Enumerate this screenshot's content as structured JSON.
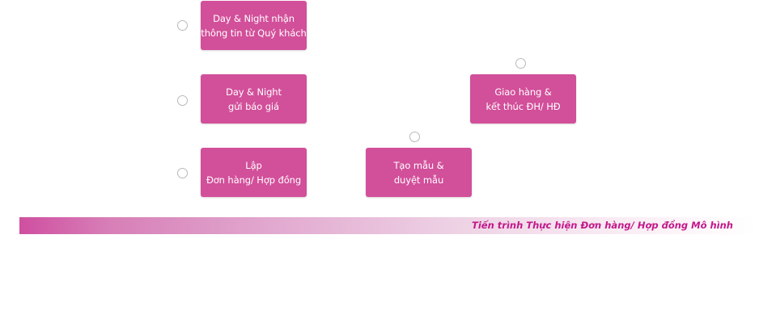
{
  "steps": [
    {
      "line1": "Day & Night nhận",
      "line2": "thông tin từ Quý khách"
    },
    {
      "line1": "Day & Night",
      "line2": "gửi báo giá"
    },
    {
      "line1": "Lập",
      "line2": "Đơn hàng/ Hợp đồng"
    },
    {
      "line1": "Tạo mẫu &",
      "line2": "duyệt mẫu"
    },
    {
      "line1": "Giao hàng &",
      "line2": "kết thúc ĐH/ HĐ"
    }
  ],
  "banner": {
    "title": "Tiến trình Thực hiện Đơn hàng/ Hợp đồng Mô hình"
  },
  "colors": {
    "box": "#d24f9a",
    "box_text": "#ffffff",
    "banner_text": "#c2188a",
    "radio_border": "#b9b9b9"
  }
}
